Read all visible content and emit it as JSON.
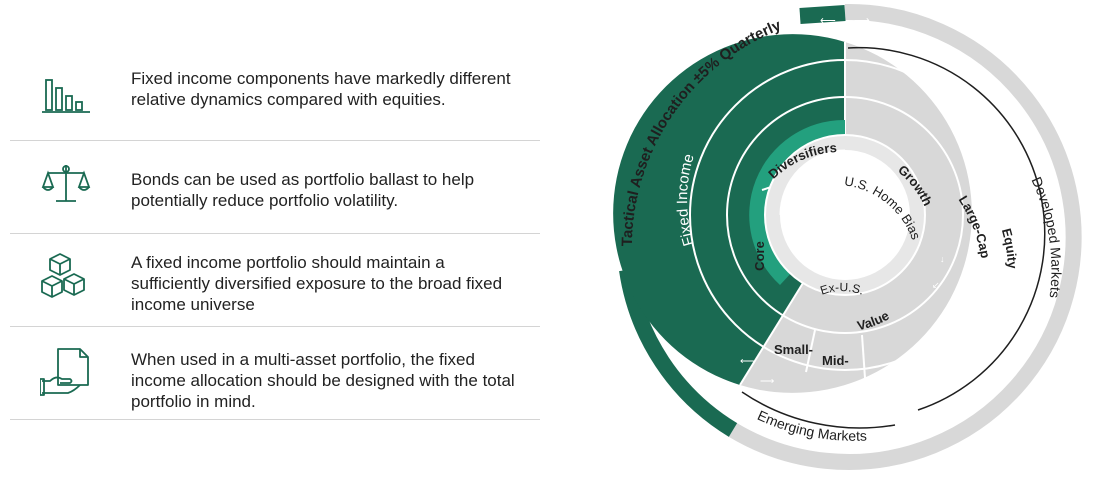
{
  "points": [
    {
      "icon": "bar-chart-icon",
      "text": "Fixed income components have markedly different relative dynamics compared with equities."
    },
    {
      "icon": "balance-scale-icon",
      "text": "Bonds can be used as portfolio ballast to help potentially reduce portfolio volatility."
    },
    {
      "icon": "stacked-cubes-icon",
      "text": "A fixed income portfolio should maintain a sufficiently diversified exposure to the broad fixed income universe"
    },
    {
      "icon": "hand-document-icon",
      "text": "When used in a multi-asset portfolio, the fixed income allocation should be designed with the total portfolio in mind."
    }
  ],
  "diagram": {
    "tactical_label": "Tactical Asset Allocation ±5% Quarterly",
    "fixed_income": "Fixed Income",
    "diversifiers": "Diversifiers",
    "core": "Core",
    "growth": "Growth",
    "us_home_bias": "U.S. Home Bias",
    "large_cap": "Large-Cap",
    "equity": "Equity",
    "ex_us": "Ex-U.S.",
    "value": "Value",
    "small": "Small-",
    "mid": "Mid-",
    "developed_markets": "Developed Markets",
    "emerging_markets": "Emerging Markets",
    "colors": {
      "dark_green": "#1a6a52",
      "mid_green": "#23a07e",
      "light_gray": "#d8d8d8",
      "inner_gray": "#e7e7e7",
      "text_dark": "#1f1f1f"
    }
  }
}
